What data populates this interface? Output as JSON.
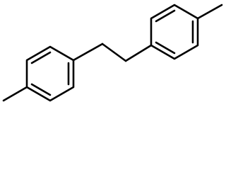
{
  "structure": {
    "kind": "skeletal-formula",
    "compound": "",
    "fragments": [
      "methyl-left",
      "benzene-ring-left",
      "ethylene-bridge",
      "benzene-ring-right",
      "methyl-right"
    ]
  },
  "colors": {
    "bond": "#000000",
    "background": "#ffffff"
  }
}
